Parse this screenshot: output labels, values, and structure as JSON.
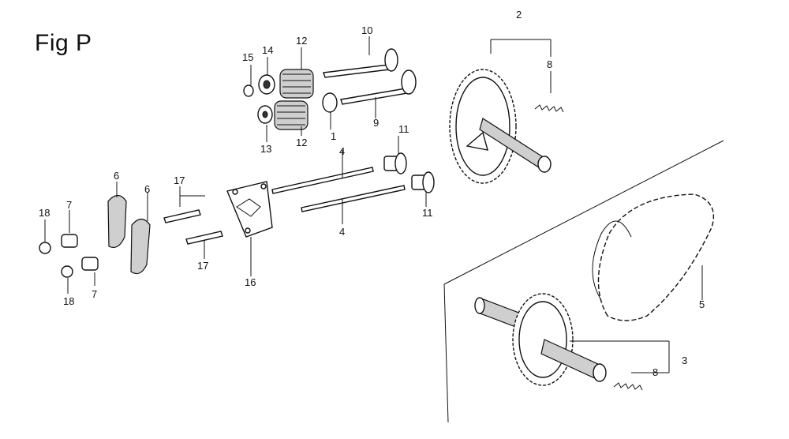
{
  "title": "Fig P",
  "callouts": [
    {
      "id": "c1",
      "text": "1"
    },
    {
      "id": "c2",
      "text": "2"
    },
    {
      "id": "c3",
      "text": "3"
    },
    {
      "id": "c4a",
      "text": "4"
    },
    {
      "id": "c4b",
      "text": "4"
    },
    {
      "id": "c5",
      "text": "5"
    },
    {
      "id": "c6a",
      "text": "6"
    },
    {
      "id": "c6b",
      "text": "6"
    },
    {
      "id": "c7a",
      "text": "7"
    },
    {
      "id": "c7b",
      "text": "7"
    },
    {
      "id": "c8a",
      "text": "8"
    },
    {
      "id": "c8b",
      "text": "8"
    },
    {
      "id": "c9",
      "text": "9"
    },
    {
      "id": "c10",
      "text": "10"
    },
    {
      "id": "c11a",
      "text": "11"
    },
    {
      "id": "c11b",
      "text": "11"
    },
    {
      "id": "c12a",
      "text": "12"
    },
    {
      "id": "c12b",
      "text": "12"
    },
    {
      "id": "c13",
      "text": "13"
    },
    {
      "id": "c14",
      "text": "14"
    },
    {
      "id": "c15",
      "text": "15"
    },
    {
      "id": "c16",
      "text": "16"
    },
    {
      "id": "c17a",
      "text": "17"
    },
    {
      "id": "c17b",
      "text": "17"
    },
    {
      "id": "c18a",
      "text": "18"
    },
    {
      "id": "c18b",
      "text": "18"
    }
  ]
}
